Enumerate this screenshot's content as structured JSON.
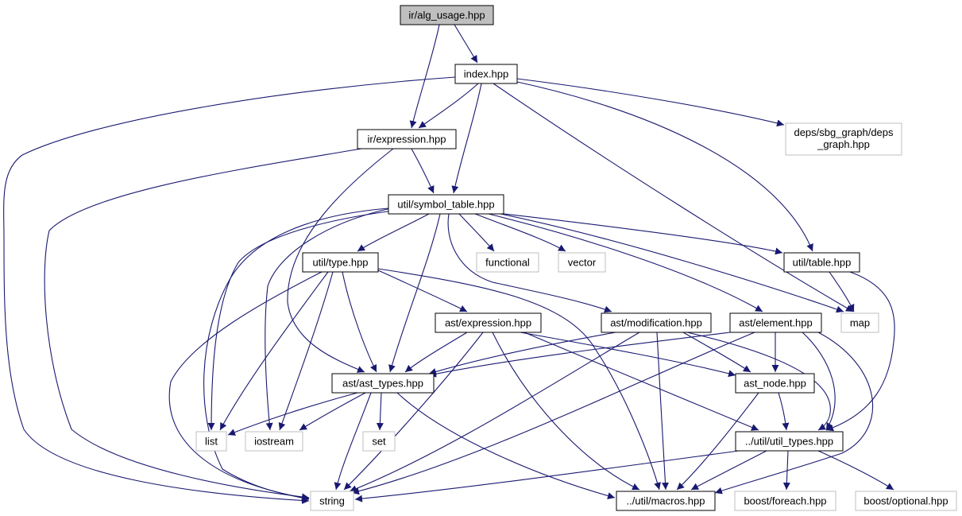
{
  "colors": {
    "edge": "#191970",
    "root_fill": "#bfbfbf",
    "local_border": "#000000",
    "external_border": "#bfbfbf"
  },
  "nodes": {
    "alg_usage": {
      "label": "ir/alg_usage.hpp",
      "kind": "root"
    },
    "index": {
      "label": "index.hpp",
      "kind": "local"
    },
    "ir_expression": {
      "label": "ir/expression.hpp",
      "kind": "local"
    },
    "deps_graph": {
      "label_lines": [
        "deps/sbg_graph/deps",
        "_graph.hpp"
      ],
      "kind": "external"
    },
    "symbol_table": {
      "label": "util/symbol_table.hpp",
      "kind": "local"
    },
    "util_type": {
      "label": "util/type.hpp",
      "kind": "local"
    },
    "functional": {
      "label": "functional",
      "kind": "external"
    },
    "vector": {
      "label": "vector",
      "kind": "external"
    },
    "util_table": {
      "label": "util/table.hpp",
      "kind": "local"
    },
    "ast_expression": {
      "label": "ast/expression.hpp",
      "kind": "local"
    },
    "ast_modification": {
      "label": "ast/modification.hpp",
      "kind": "local"
    },
    "ast_element": {
      "label": "ast/element.hpp",
      "kind": "local"
    },
    "map": {
      "label": "map",
      "kind": "external"
    },
    "ast_types": {
      "label": "ast/ast_types.hpp",
      "kind": "local"
    },
    "ast_node": {
      "label": "ast_node.hpp",
      "kind": "local"
    },
    "list": {
      "label": "list",
      "kind": "external"
    },
    "iostream": {
      "label": "iostream",
      "kind": "external"
    },
    "set": {
      "label": "set",
      "kind": "external"
    },
    "util_types": {
      "label": "../util/util_types.hpp",
      "kind": "local"
    },
    "string": {
      "label": "string",
      "kind": "external"
    },
    "macros": {
      "label": "../util/macros.hpp",
      "kind": "local"
    },
    "boost_foreach": {
      "label": "boost/foreach.hpp",
      "kind": "external"
    },
    "boost_optional": {
      "label": "boost/optional.hpp",
      "kind": "external"
    }
  },
  "edges": [
    [
      "alg_usage",
      "index"
    ],
    [
      "alg_usage",
      "ir_expression"
    ],
    [
      "index",
      "ir_expression"
    ],
    [
      "index",
      "symbol_table"
    ],
    [
      "index",
      "deps_graph"
    ],
    [
      "index",
      "util_table"
    ],
    [
      "index",
      "map"
    ],
    [
      "index",
      "string"
    ],
    [
      "ir_expression",
      "symbol_table"
    ],
    [
      "ir_expression",
      "ast_types"
    ],
    [
      "ir_expression",
      "string"
    ],
    [
      "symbol_table",
      "util_type"
    ],
    [
      "symbol_table",
      "functional"
    ],
    [
      "symbol_table",
      "vector"
    ],
    [
      "symbol_table",
      "util_table"
    ],
    [
      "symbol_table",
      "ast_modification"
    ],
    [
      "symbol_table",
      "ast_element"
    ],
    [
      "symbol_table",
      "map"
    ],
    [
      "symbol_table",
      "ast_types"
    ],
    [
      "symbol_table",
      "list"
    ],
    [
      "symbol_table",
      "iostream"
    ],
    [
      "symbol_table",
      "string"
    ],
    [
      "util_type",
      "ast_expression"
    ],
    [
      "util_type",
      "ast_types"
    ],
    [
      "util_type",
      "list"
    ],
    [
      "util_type",
      "iostream"
    ],
    [
      "util_type",
      "string"
    ],
    [
      "util_type",
      "macros"
    ],
    [
      "util_table",
      "map"
    ],
    [
      "util_table",
      "util_types"
    ],
    [
      "ast_expression",
      "ast_types"
    ],
    [
      "ast_expression",
      "ast_node"
    ],
    [
      "ast_expression",
      "util_types"
    ],
    [
      "ast_expression",
      "string"
    ],
    [
      "ast_expression",
      "macros"
    ],
    [
      "ast_modification",
      "ast_types"
    ],
    [
      "ast_modification",
      "ast_node"
    ],
    [
      "ast_modification",
      "util_types"
    ],
    [
      "ast_modification",
      "string"
    ],
    [
      "ast_modification",
      "macros"
    ],
    [
      "ast_element",
      "ast_types"
    ],
    [
      "ast_element",
      "ast_node"
    ],
    [
      "ast_element",
      "util_types"
    ],
    [
      "ast_element",
      "string"
    ],
    [
      "ast_element",
      "macros"
    ],
    [
      "ast_types",
      "list"
    ],
    [
      "ast_types",
      "iostream"
    ],
    [
      "ast_types",
      "set"
    ],
    [
      "ast_types",
      "string"
    ],
    [
      "ast_types",
      "macros"
    ],
    [
      "ast_node",
      "util_types"
    ],
    [
      "ast_node",
      "macros"
    ],
    [
      "util_types",
      "string"
    ],
    [
      "util_types",
      "macros"
    ],
    [
      "util_types",
      "boost_foreach"
    ],
    [
      "util_types",
      "boost_optional"
    ]
  ]
}
